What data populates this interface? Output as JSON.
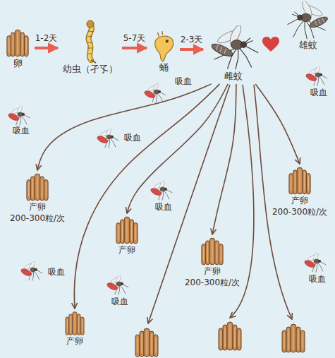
{
  "diagram": {
    "nodes": [
      {
        "text": [
          "卵"
        ]
      },
      {
        "text": [
          "幼虫（孑孓）"
        ]
      },
      {
        "text": [
          "蛹"
        ]
      },
      {
        "text": [
          "雌蚊"
        ]
      },
      {
        "text": [
          "雄蚊"
        ]
      },
      {
        "text": [
          "产卵",
          "200-300粒/次"
        ]
      },
      {
        "text": [
          "产卵"
        ]
      },
      {
        "text": [
          "产卵",
          "200-300粒/次"
        ]
      },
      {
        "text": [
          "产卵",
          "200-300粒/次"
        ]
      },
      {
        "text": [
          "产卵"
        ]
      }
    ],
    "edges": [
      {
        "from": 0,
        "to": 1,
        "label": "1-2天",
        "arrow": "to"
      },
      {
        "from": 1,
        "to": 2,
        "label": "5-7天",
        "arrow": "to"
      },
      {
        "from": 2,
        "to": 3,
        "label": "2-3天",
        "arrow": "to"
      },
      {
        "from": 3,
        "to": 5,
        "arrow": "to"
      },
      {
        "from": 3,
        "to": 9,
        "arrow": "to"
      },
      {
        "from": 3,
        "to": 6,
        "arrow": "to"
      },
      {
        "from": 3,
        "to": 7,
        "arrow": "to"
      },
      {
        "from": 3,
        "to": 8,
        "arrow": "to"
      }
    ],
    "labels": [
      "吸血",
      "吸血",
      "吸血",
      "吸血",
      "吸血",
      "吸血",
      "吸血",
      "吸血"
    ]
  }
}
